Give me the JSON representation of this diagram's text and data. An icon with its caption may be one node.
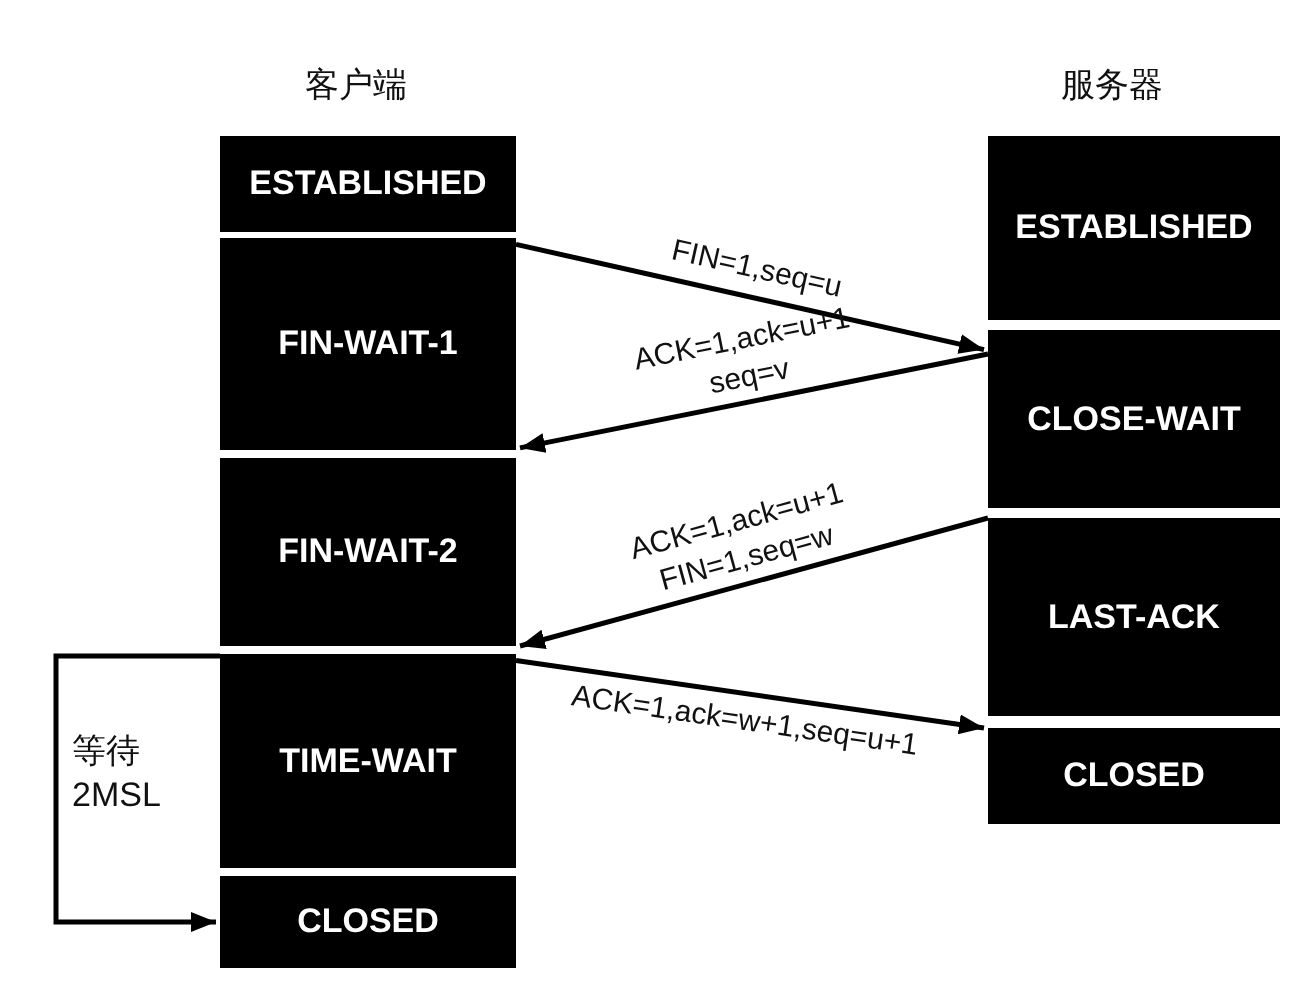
{
  "diagram": {
    "nodes": [
      {
        "text": [
          "ESTABLISHED"
        ]
      },
      {
        "text": [
          "FIN-WAIT-1"
        ]
      },
      {
        "text": [
          "FIN-WAIT-2"
        ]
      },
      {
        "text": [
          "TIME-WAIT"
        ]
      },
      {
        "text": [
          "CLOSED"
        ]
      },
      {
        "text": [
          "ESTABLISHED"
        ]
      },
      {
        "text": [
          "CLOSE-WAIT"
        ]
      },
      {
        "text": [
          "LAST-ACK"
        ]
      },
      {
        "text": [
          "CLOSED"
        ]
      }
    ],
    "edges": [
      {
        "from": 1,
        "to": 6,
        "arrow": "to",
        "label": "FIN=1,seq=u"
      },
      {
        "from": 6,
        "to": 1,
        "arrow": "to",
        "label": "ACK=1,ack=u+1 seq=v"
      },
      {
        "from": 7,
        "to": 2,
        "arrow": "to",
        "label": "ACK=1,ack=u+1 FIN=1,seq=w"
      },
      {
        "from": 3,
        "to": 8,
        "arrow": "to",
        "label": "ACK=1,ack=w+1,seq=u+1"
      },
      {
        "from": 3,
        "to": 4,
        "arrow": "to",
        "label": "等待 2MSL"
      }
    ],
    "labels": [
      "客户端",
      "服务器"
    ]
  }
}
